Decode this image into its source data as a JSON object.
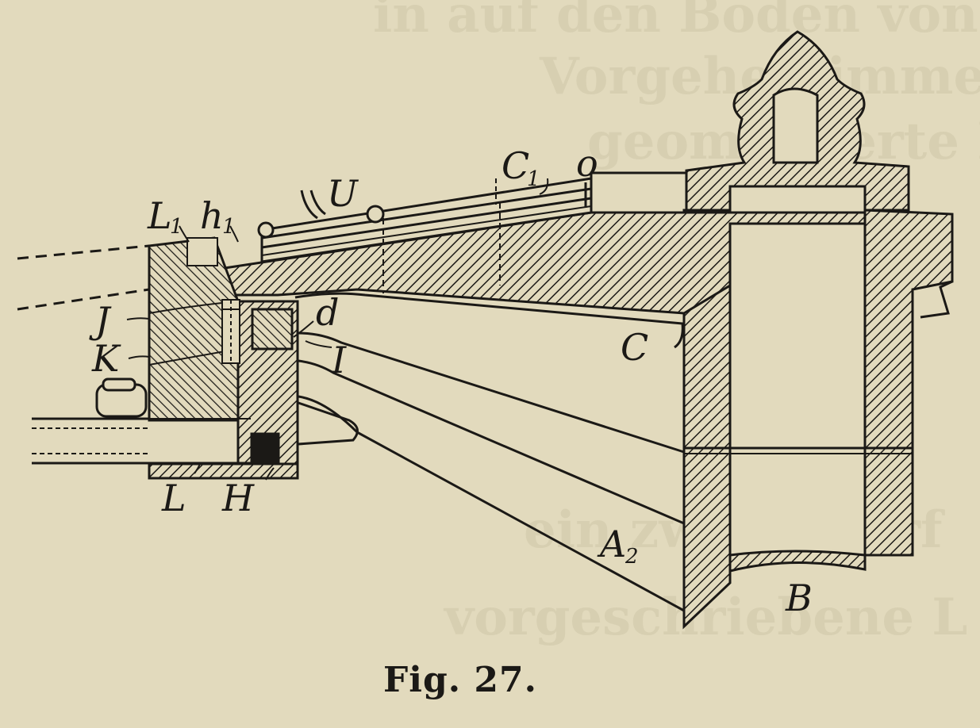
{
  "figure": {
    "caption": "Fig. 27.",
    "labels": {
      "L1": "L",
      "L1_sub": "1",
      "h1": "h",
      "h1_sub": "1",
      "U": "U",
      "C1": "C",
      "C1_sub": "1",
      "o": "o",
      "J": "J",
      "d": "d",
      "K": "K",
      "I": "I",
      "C": "C",
      "L": "L",
      "H": "H",
      "A2": "A",
      "A2_sub": "2",
      "B": "B"
    }
  },
  "colors": {
    "paper": "#e2dabd",
    "ink": "#1b1916",
    "show_through": "#cfc7a9"
  }
}
